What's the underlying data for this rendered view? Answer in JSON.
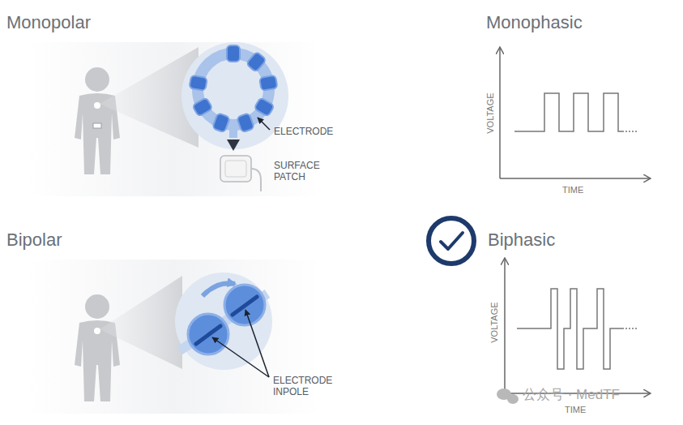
{
  "diagram": {
    "labels": [
      "Monopolar",
      "ELECTRODE",
      "SURFACE PATCH",
      "Monophasic",
      "VOLTAGE",
      "TIME",
      "Bipolar",
      "ELECTRODE INPOLE",
      "Biphasic",
      "VOLTAGE",
      "TIME",
      "公众号 · MedTF"
    ]
  }
}
